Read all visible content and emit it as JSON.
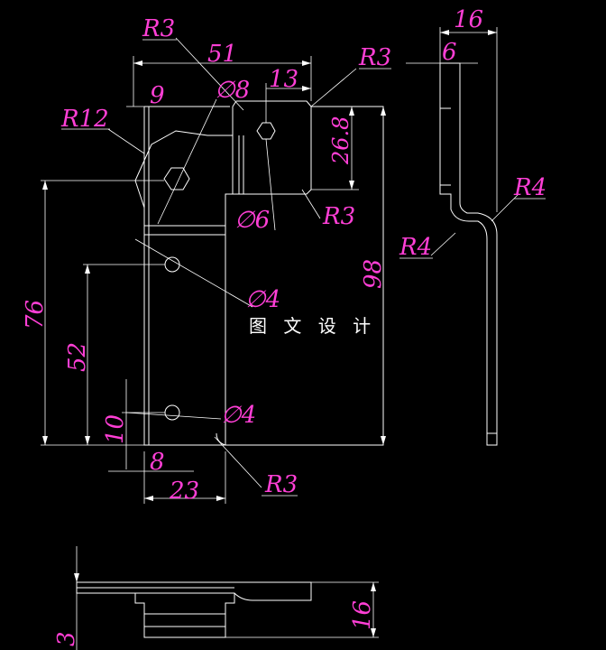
{
  "watermark": "图 文 设 计",
  "colors": {
    "background": "#000000",
    "lines": "#ffffff",
    "dimensions": "#ff3fd6"
  },
  "front_view": {
    "overall_width": "51",
    "top_step": "9",
    "hole_offset": "13",
    "radius_top_left": "R3",
    "radius_top_right": "R3",
    "radius_mid": "R3",
    "radius_bottom": "R3",
    "radius_large": "R12",
    "hole_large": "∅8",
    "hole_small": "∅6",
    "hole_mid": "∅4",
    "hole_low": "∅4",
    "height_upper": "26.8",
    "height_full": "98",
    "height_left": "76",
    "hole_spacing": "52",
    "hole_bottom": "10",
    "hole_side": "8",
    "base_width": "23"
  },
  "side_view": {
    "total_width": "16",
    "flange": "6",
    "bend_upper": "R4",
    "bend_lower": "R4"
  },
  "bottom_view": {
    "thickness": "3",
    "height": "16"
  }
}
